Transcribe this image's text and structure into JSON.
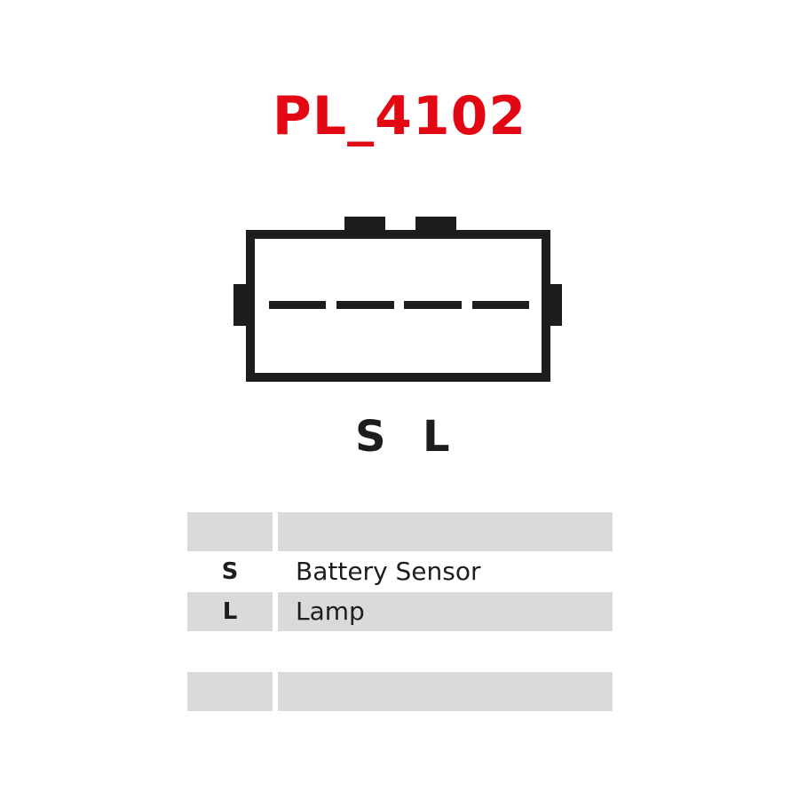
{
  "title": "PL_4102",
  "connector_labels": [
    "S",
    "L"
  ],
  "table": {
    "rows": [
      {
        "pin": "",
        "function": ""
      },
      {
        "pin": "S",
        "function": "Battery Sensor"
      },
      {
        "pin": "L",
        "function": "Lamp"
      },
      {
        "pin": "",
        "function": ""
      },
      {
        "pin": "",
        "function": ""
      }
    ]
  }
}
